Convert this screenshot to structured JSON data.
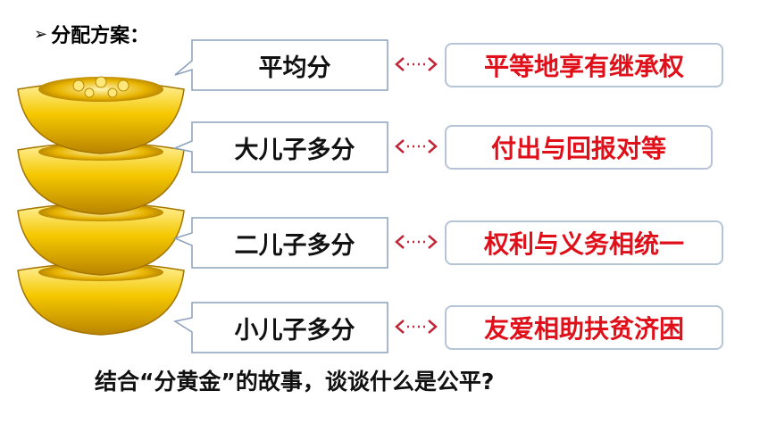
{
  "heading": {
    "bullet": "➢",
    "text": "分配方案："
  },
  "plans": [
    {
      "option": "平均分",
      "reason": "平等地享有继承权"
    },
    {
      "option": "大儿子多分",
      "reason": "付出与回报对等"
    },
    {
      "option": "二儿子多分",
      "reason": "权利与义务相统一"
    },
    {
      "option": "小儿子多分",
      "reason": "友爱相助扶贫济困"
    }
  ],
  "question": "结合“分黄金”的故事，谈谈什么是公平?",
  "colors": {
    "reason_text": "#e0101b",
    "reason_border": "#b5c4d6",
    "arrow": "#c0283a",
    "gold": "#f2c200"
  },
  "icons": {
    "ingot": "gold-ingot-icon",
    "link": "double-arrow-icon"
  }
}
